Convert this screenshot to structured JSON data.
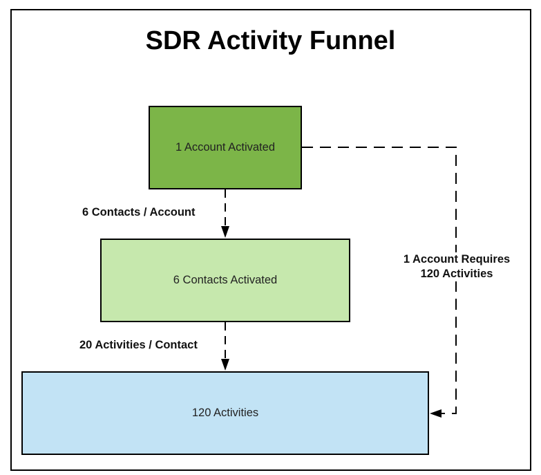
{
  "title": "SDR Activity Funnel",
  "nodes": [
    {
      "id": "account",
      "label": "1 Account Activated",
      "fill": "#7cb548"
    },
    {
      "id": "contacts",
      "label": "6 Contacts Activated",
      "fill": "#c6e8ad"
    },
    {
      "id": "activities",
      "label": "120 Activities",
      "fill": "#c2e3f5"
    }
  ],
  "edges": [
    {
      "from": "account",
      "to": "contacts",
      "label": "6 Contacts / Account",
      "style": "dashed"
    },
    {
      "from": "contacts",
      "to": "activities",
      "label": "20 Activities / Contact",
      "style": "dashed"
    },
    {
      "from": "account",
      "to": "activities",
      "label_lines": [
        "1 Account Requires",
        "120 Activities"
      ],
      "style": "dashed"
    }
  ],
  "colors": {
    "border": "#000000",
    "background": "#ffffff"
  }
}
